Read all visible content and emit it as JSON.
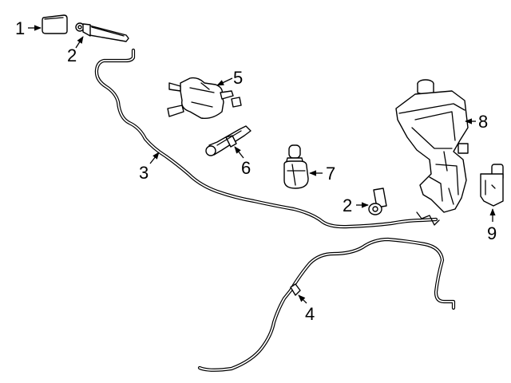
{
  "diagram": {
    "callouts": {
      "c1": "1",
      "c2a": "2",
      "c2b": "2",
      "c3": "3",
      "c4": "4",
      "c5": "5",
      "c6": "6",
      "c7": "7",
      "c8": "8",
      "c9": "9"
    }
  }
}
